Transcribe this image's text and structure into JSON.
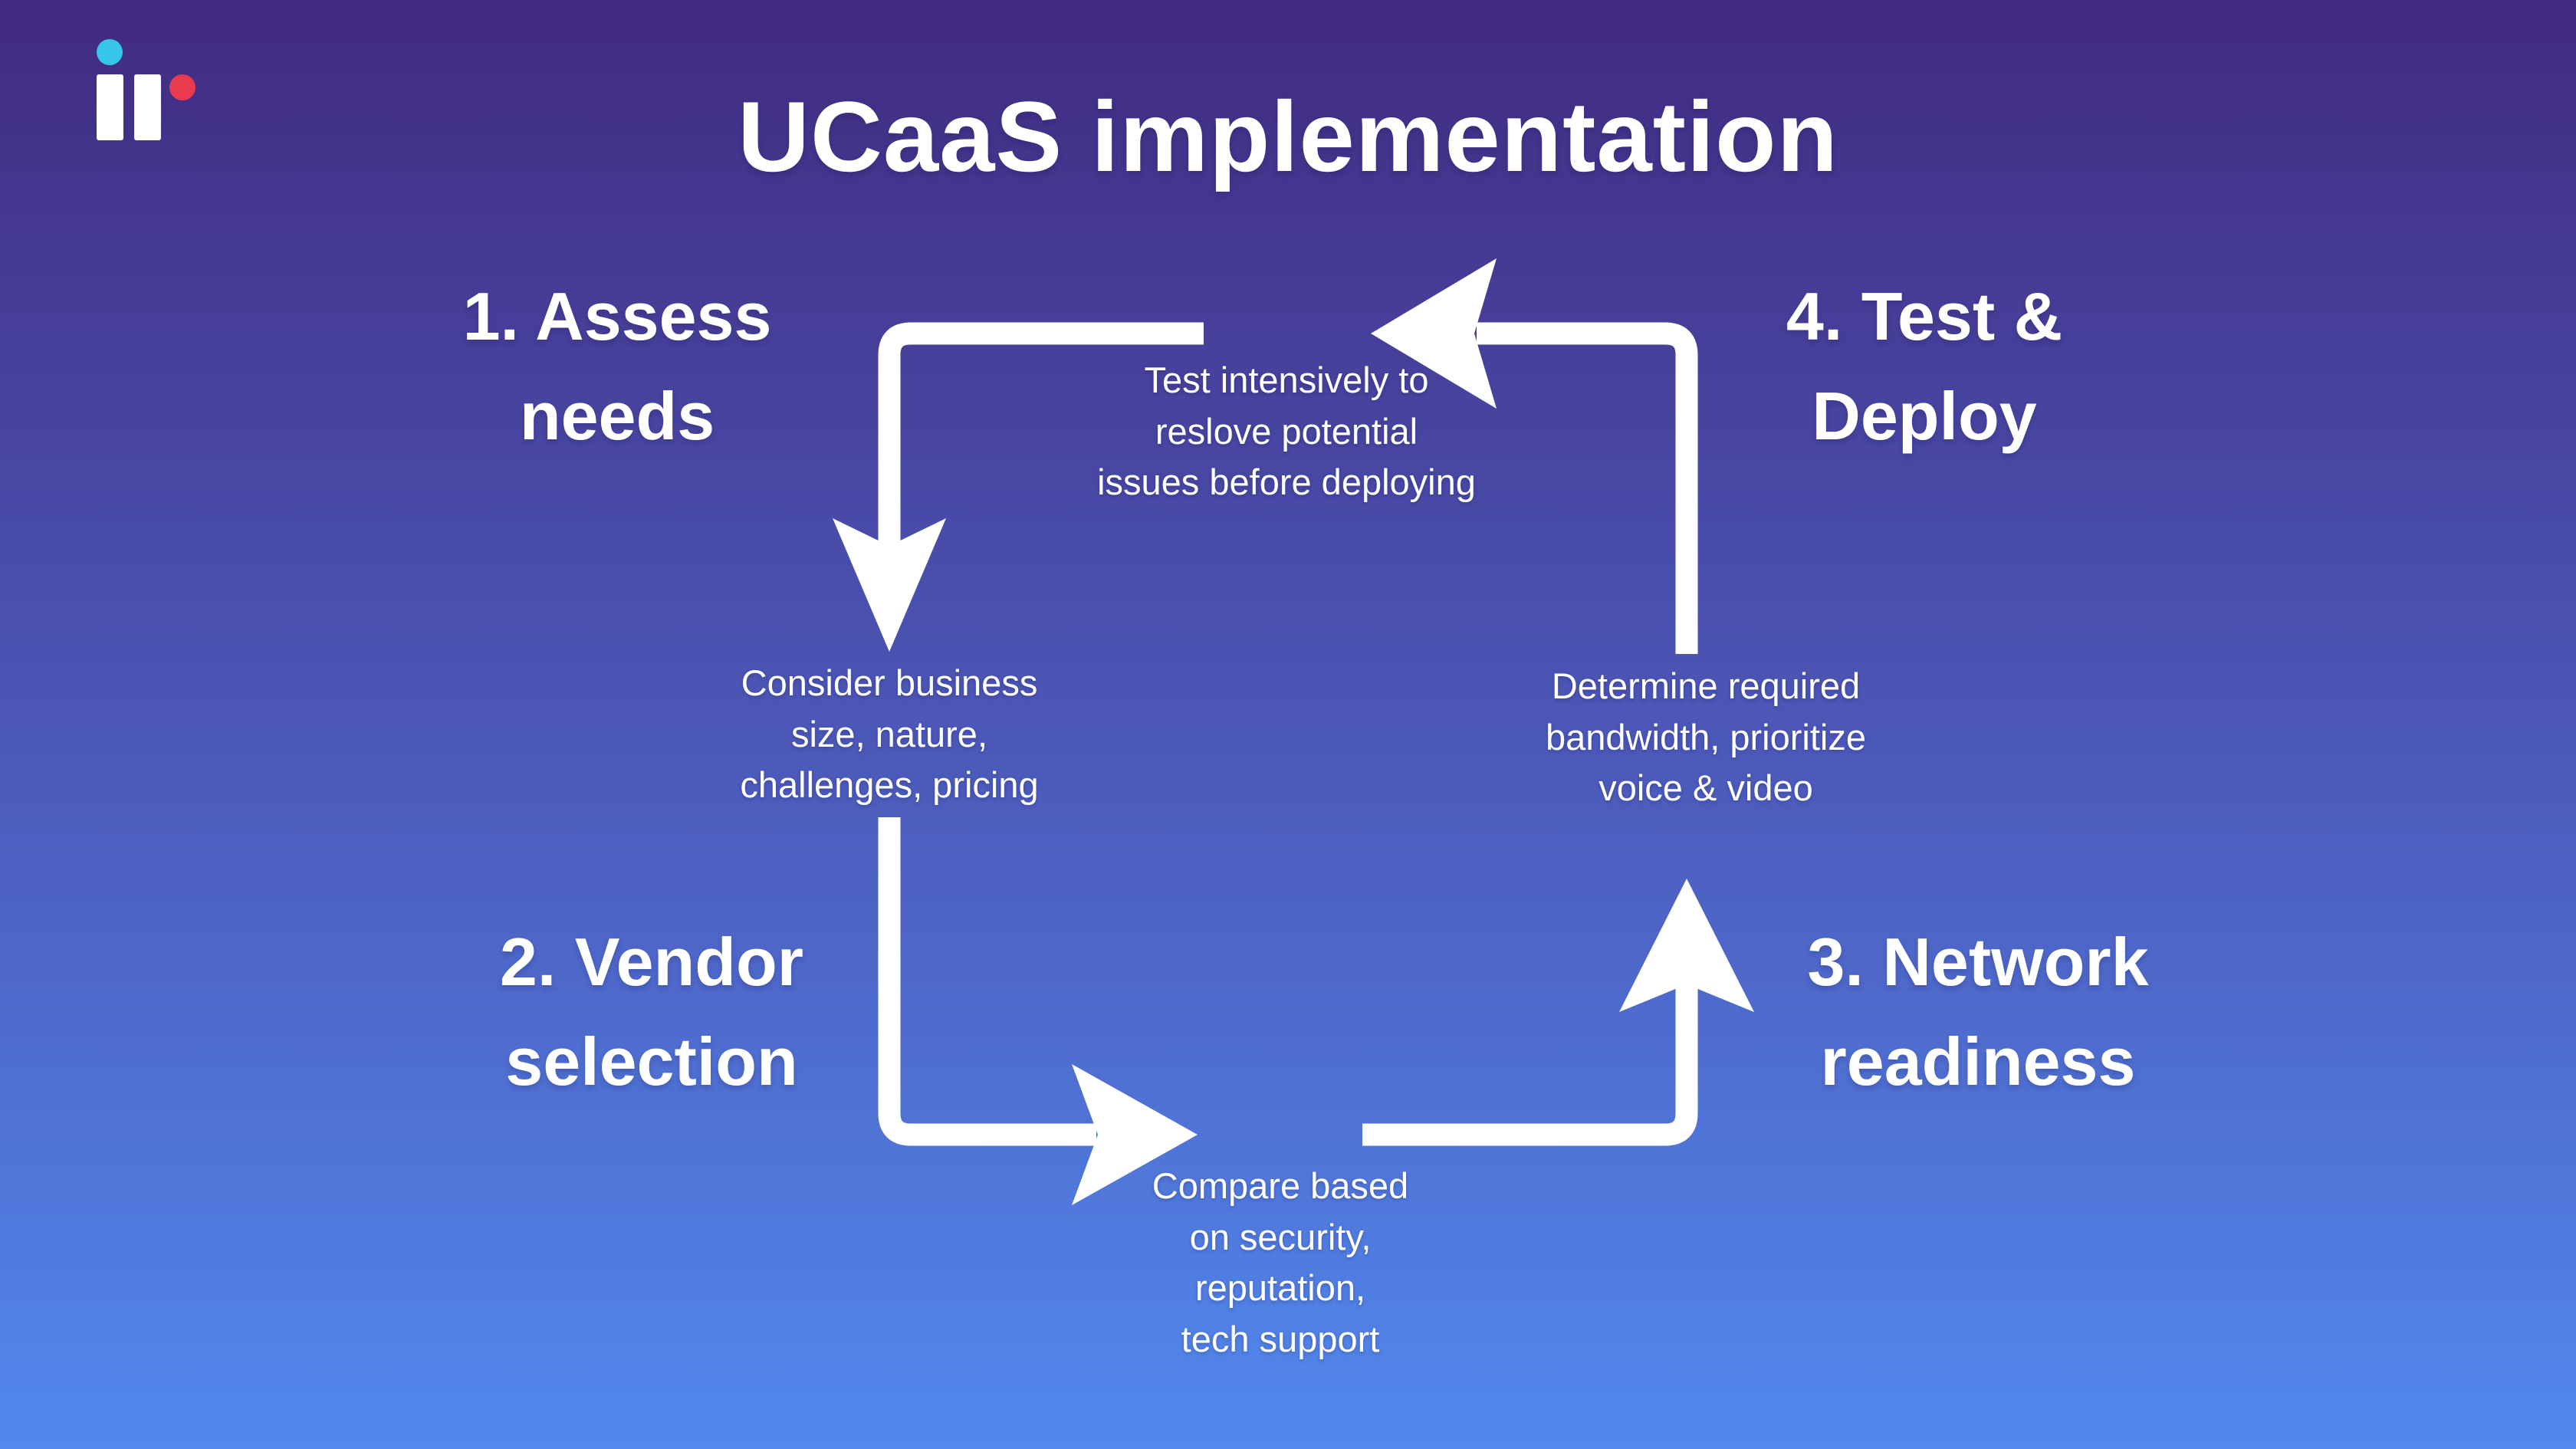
{
  "colors": {
    "bg-top": "#412a80",
    "bg-mid": "#4c59b9",
    "bg-bottom": "#5289ee",
    "line": "#ffffff",
    "logo-cyan": "#38c5ea",
    "logo-red": "#ea3a50"
  },
  "page": {
    "title": "UCaaS implementation"
  },
  "logo": {
    "icon": "ir-brand-logo"
  },
  "cycle": {
    "steps": [
      {
        "id": 1,
        "label": "1. Assess\nneeds"
      },
      {
        "id": 2,
        "label": "2. Vendor\nselection"
      },
      {
        "id": 3,
        "label": "3. Network\nreadiness"
      },
      {
        "id": 4,
        "label": "4. Test &\nDeploy"
      }
    ],
    "transitions": {
      "top": "Test intensively to\nreslove potential\nissues before deploying",
      "left": "Consider business\nsize, nature,\nchallenges, pricing",
      "bottom": "Compare based\non security,\nreputation,\ntech support",
      "right": "Determine required\nbandwidth, prioritize\nvoice & video"
    }
  }
}
